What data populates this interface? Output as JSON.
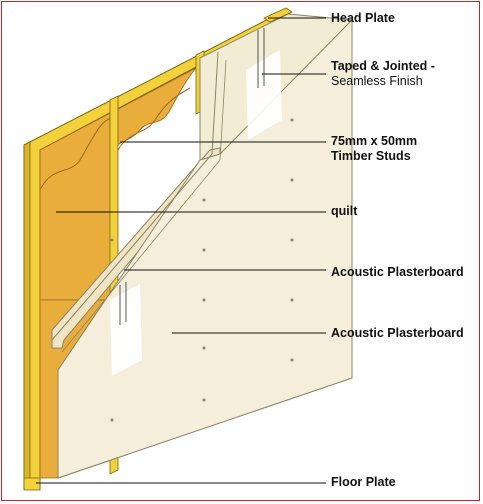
{
  "labels": {
    "head_plate": "Head Plate",
    "taped_jointed": "Taped & Jointed -",
    "seamless_finish": "Seamless Finish",
    "studs_size": "75mm x 50mm",
    "studs_name": "Timber Studs",
    "quilt": "quilt",
    "acoustic_plasterboard_1": "Acoustic Plasterboard",
    "acoustic_plasterboard_2": "Acoustic Plasterboard",
    "floor_plate": "Floor Plate"
  },
  "colors": {
    "frame_border": "#c0282d",
    "timber": "#f2d13a",
    "quilt": "#e9ad3c",
    "plasterboard": "#f3ecd4",
    "plasterboard_edge": "#d9cfa8",
    "tape": "#ffffff",
    "leader_line": "#111111"
  }
}
